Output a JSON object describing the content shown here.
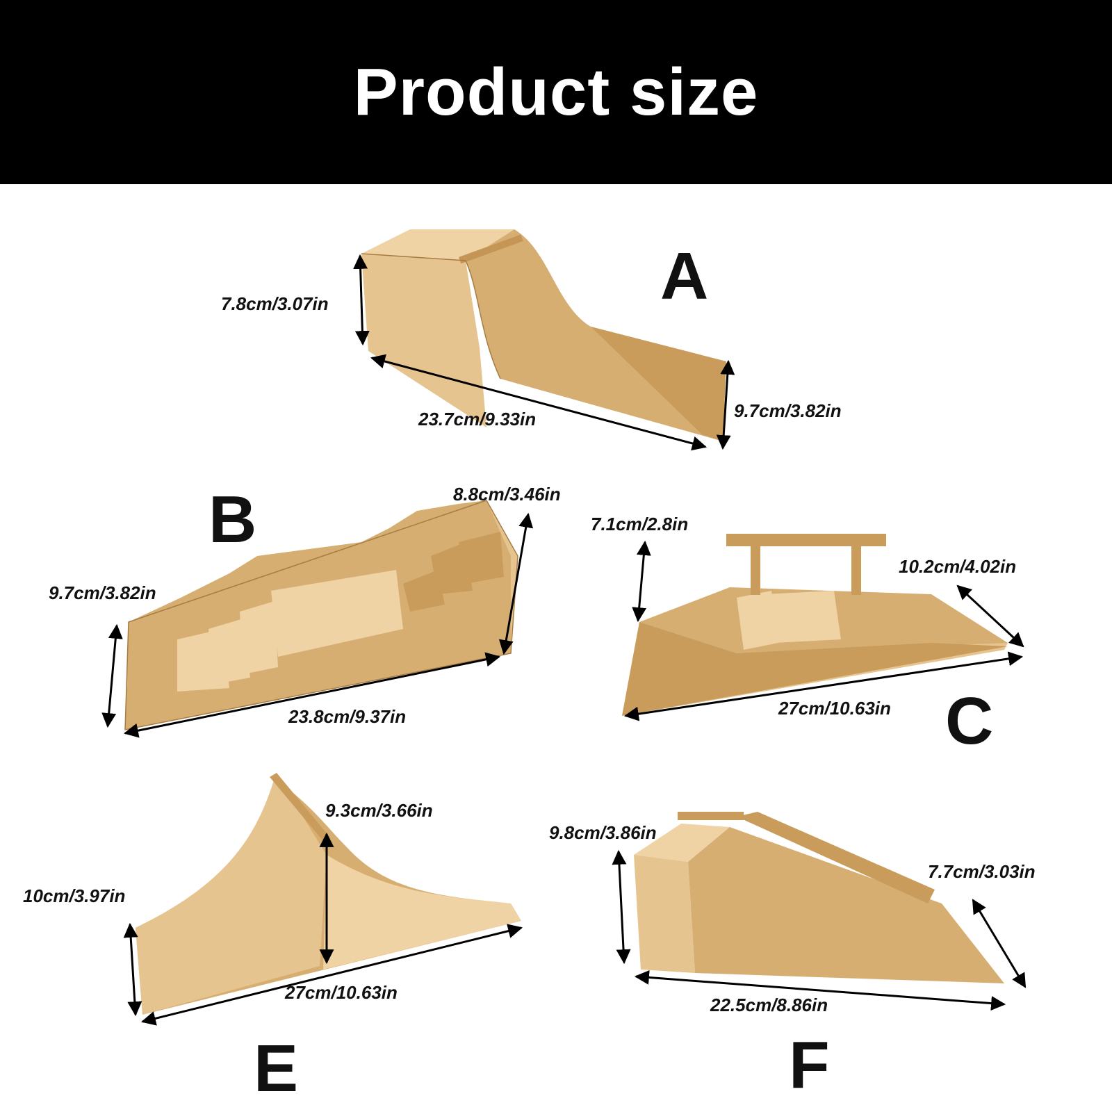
{
  "title": "Product size",
  "ramps": {
    "A": {
      "letter": "A",
      "height_left": "7.8cm/3.07in",
      "length": "23.7cm/9.33in",
      "width": "9.7cm/3.82in"
    },
    "B": {
      "letter": "B",
      "height_top": "8.8cm/3.46in",
      "width": "9.7cm/3.82in",
      "length": "23.8cm/9.37in"
    },
    "C": {
      "letter": "C",
      "height": "7.1cm/2.8in",
      "width": "10.2cm/4.02in",
      "length": "27cm/10.63in"
    },
    "E": {
      "letter": "E",
      "height": "9.3cm/3.66in",
      "width": "10cm/3.97in",
      "length": "27cm/10.63in"
    },
    "F": {
      "letter": "F",
      "height": "9.8cm/3.86in",
      "width": "7.7cm/3.03in",
      "length": "22.5cm/8.86in"
    }
  }
}
